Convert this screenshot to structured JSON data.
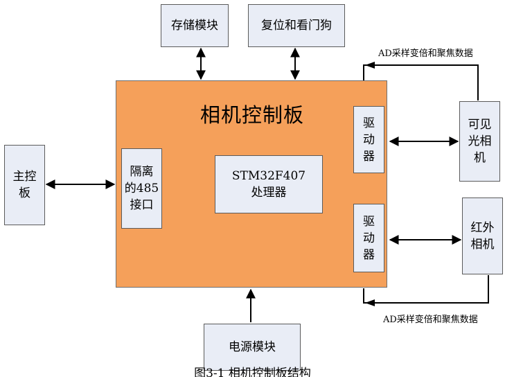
{
  "diagram": {
    "nodes": {
      "storage": "存储模块",
      "reset_watchdog": "复位和看门狗",
      "main_board": "相机控制板",
      "main_control": "主控\n板",
      "isolation": "隔离\n的485\n接口",
      "processor": "STM32F407\n处理器",
      "driver_top": "驱\n动\n器",
      "driver_bottom": "驱\n动\n器",
      "visible_camera": "可见\n光相\n机",
      "ir_camera": "红外\n相机",
      "power": "电源模块"
    },
    "annotations": {
      "top_signal": "AD采样变倍和聚焦数据",
      "bottom_signal": "AD采样变倍和聚焦数据"
    },
    "caption": "图3-1 相机控制板结构"
  },
  "colors": {
    "board_fill": "#f5a05a",
    "module_fill": "#e9edf6",
    "line": "#000000"
  }
}
